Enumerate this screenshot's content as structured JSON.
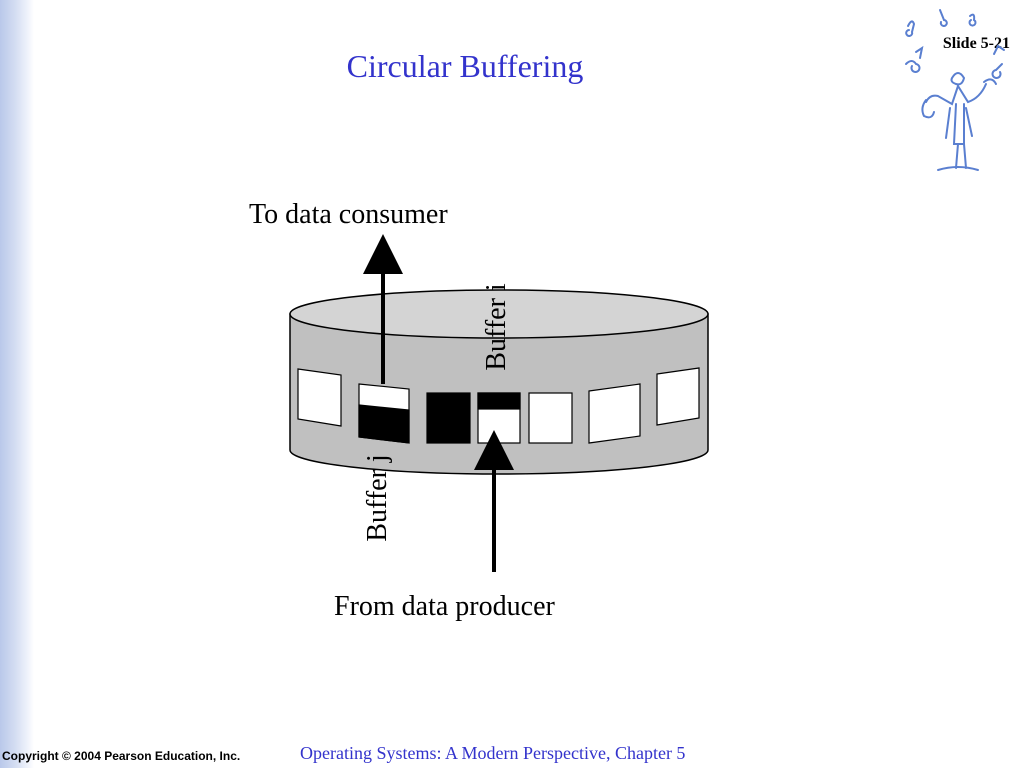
{
  "slide": {
    "title": "Circular Buffering",
    "number": "Slide 5-21"
  },
  "diagram": {
    "consumer_label": "To data consumer",
    "producer_label": "From data producer",
    "buffer_i_label": "Buffer i",
    "buffer_j_label": "Buffer j",
    "colors": {
      "cylinder_fill": "#c0c0c0",
      "top_fill": "#d4d4d4",
      "buffer_full": "#000000",
      "buffer_empty": "#ffffff"
    }
  },
  "footer": {
    "copyright": "Copyright © 2004 Pearson Education, Inc.",
    "course": "Operating Systems: A Modern Perspective, Chapter 5"
  },
  "icons": {
    "logo": "music-conductor-logo-icon"
  }
}
